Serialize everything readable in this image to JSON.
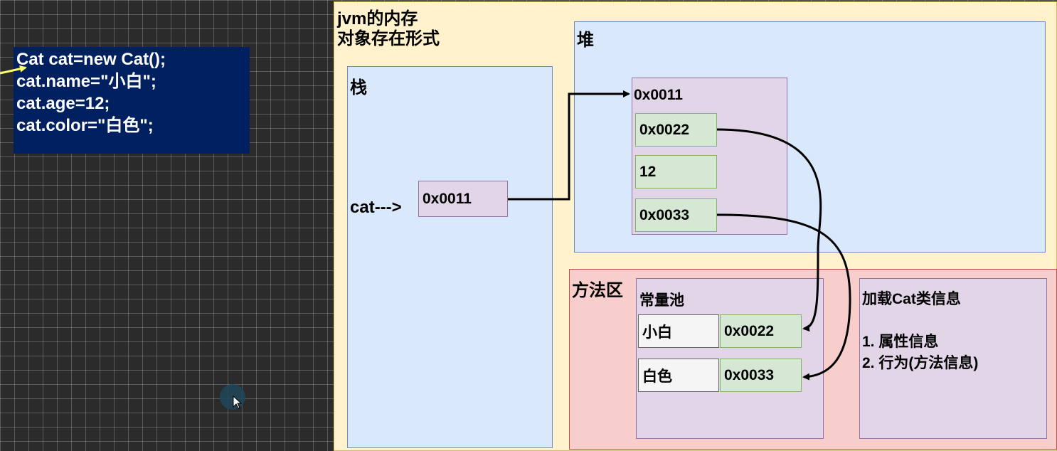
{
  "code": {
    "lines": [
      "Cat cat=new Cat();",
      "cat.name=\"小白\";",
      "cat.age=12;",
      "cat.color=\"白色\";"
    ]
  },
  "jvm": {
    "title_line1": "jvm的内存",
    "title_line2": "对象存在形式"
  },
  "stack": {
    "label": "栈",
    "var_label": "cat--->",
    "var_value": "0x0011"
  },
  "heap": {
    "label": "堆",
    "object_address": "0x0011",
    "fields": [
      "0x0022",
      "12",
      "0x0033"
    ]
  },
  "method_area": {
    "label": "方法区",
    "constant_pool": {
      "label": "常量池",
      "entries": [
        {
          "value": "小白",
          "address": "0x0022"
        },
        {
          "value": "白色",
          "address": "0x0033"
        }
      ]
    },
    "class_info": {
      "title": "加载Cat类信息",
      "items": [
        "1. 属性信息",
        "2. 行为(方法信息)"
      ]
    }
  },
  "colors": {
    "code_bg": "#002060",
    "jvm_bg": "#fff2cc",
    "stack_heap_bg": "#dae8fc",
    "method_area_bg": "#f8cecc",
    "object_bg": "#e1d5e7",
    "field_bg": "#d5e8d4",
    "pointer_arrow": "#ffff66"
  }
}
